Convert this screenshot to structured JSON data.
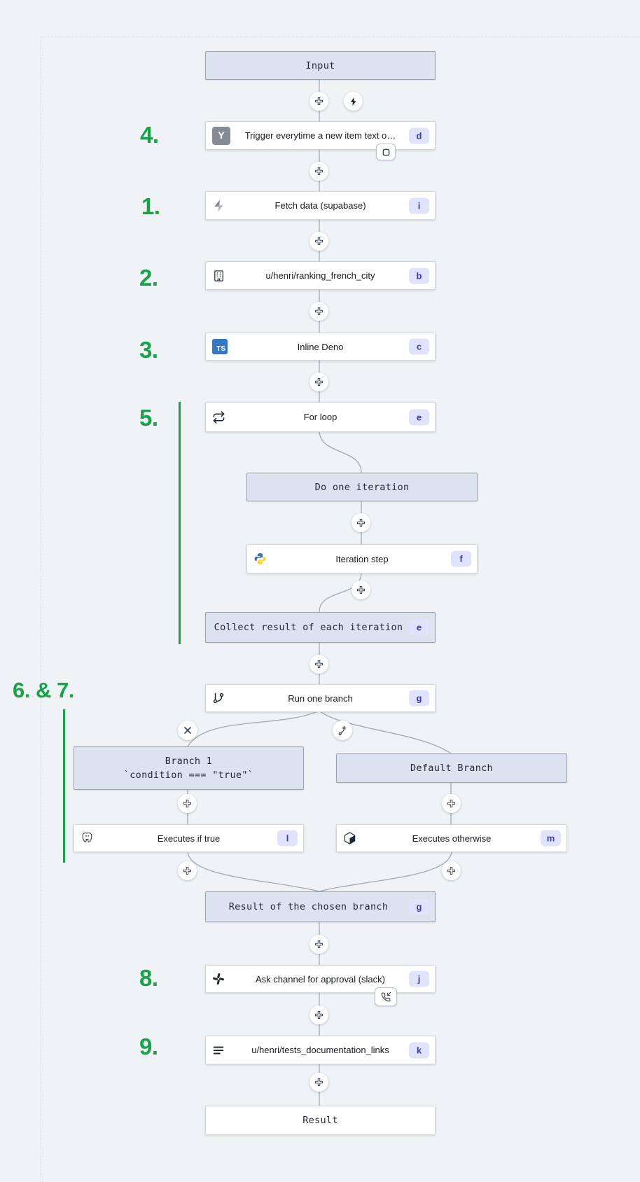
{
  "annotations": [
    {
      "text": "4."
    },
    {
      "text": "1."
    },
    {
      "text": "2."
    },
    {
      "text": "3."
    },
    {
      "text": "5."
    },
    {
      "text": "6. & 7."
    },
    {
      "text": "8."
    },
    {
      "text": "9."
    }
  ],
  "nodes": {
    "input": {
      "label": "Input"
    },
    "trigger": {
      "label": "Trigger everytime a new item text o…",
      "badge": "d"
    },
    "fetch": {
      "label": "Fetch data (supabase)",
      "badge": "i"
    },
    "ranking": {
      "label": "u/henri/ranking_french_city",
      "badge": "b"
    },
    "inline_deno": {
      "label": "Inline Deno",
      "badge": "c"
    },
    "for_loop": {
      "label": "For loop",
      "badge": "e"
    },
    "do_iteration": {
      "label": "Do one iteration"
    },
    "iteration_step": {
      "label": "Iteration step",
      "badge": "f"
    },
    "collect": {
      "label": "Collect result of each iteration",
      "badge": "e"
    },
    "run_branch": {
      "label": "Run one branch",
      "badge": "g"
    },
    "branch1": {
      "title": "Branch 1",
      "condition": "`condition === \"true\"`"
    },
    "default_branch": {
      "label": "Default Branch"
    },
    "exec_true": {
      "label": "Executes if true",
      "badge": "l"
    },
    "exec_otherwise": {
      "label": "Executes otherwise",
      "badge": "m"
    },
    "result_chosen": {
      "label": "Result of the chosen branch",
      "badge": "g"
    },
    "ask_approval": {
      "label": "Ask channel for approval (slack)",
      "badge": "j"
    },
    "tests_doc": {
      "label": "u/henri/tests_documentation_links",
      "badge": "k"
    },
    "result": {
      "label": "Result"
    }
  },
  "icons": {
    "trigger": "hackernews-y-icon",
    "fetch": "supabase-bolt-icon",
    "ranking": "building-icon",
    "inline_deno": "typescript-icon",
    "for_loop": "repeat-icon",
    "iteration_step": "python-icon",
    "run_branch": "git-branch-icon",
    "exec_true": "postgresql-icon",
    "exec_otherwise": "cube-icon",
    "ask_approval": "slack-icon",
    "tests_doc": "menu-lines-icon",
    "top_right_of_input": "lightning-icon",
    "left_branch_circle": "close-x-icon",
    "right_branch_circle": "branch-add-icon",
    "trigger_attachment": "square-stop-icon",
    "approval_attachment": "phone-incoming-icon",
    "connector_add": "plus-icon"
  },
  "colors": {
    "background": "#f0f3f5",
    "annotation_green": "#16a34a",
    "virtual_box_fill": "#dde3ee",
    "virtual_box_border": "#98a2b3",
    "badge_fill": "#e0e3fb",
    "badge_text": "#3a3cae",
    "wire": "#a2a9b4",
    "ts_blue": "#3178c6"
  }
}
